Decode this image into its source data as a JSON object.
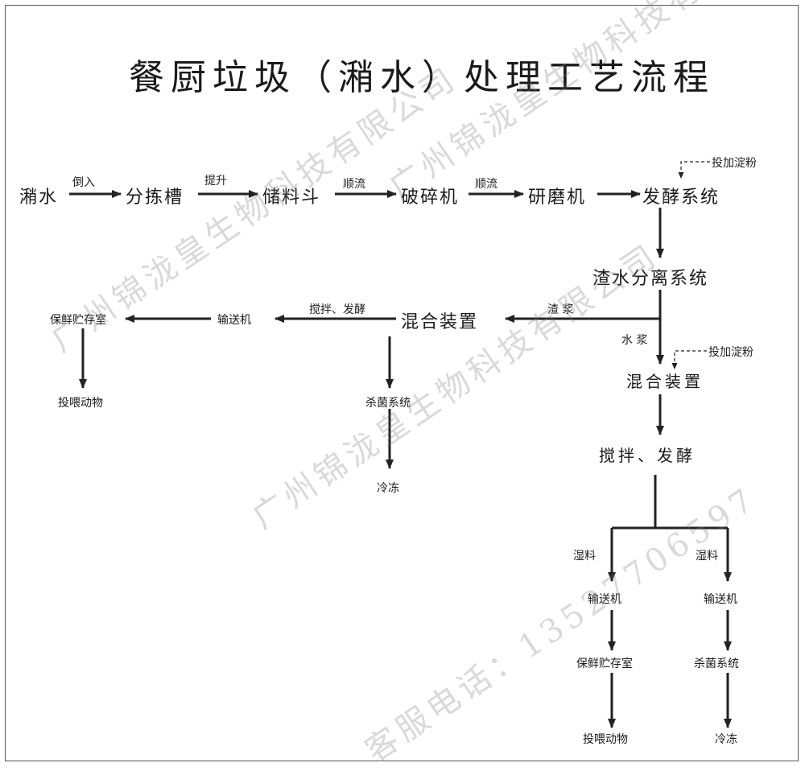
{
  "title": "餐厨垃圾（潲水）处理工艺流程",
  "nodes": {
    "swill": "潲水",
    "sorting_tank": "分拣槽",
    "storage_hopper": "储料斗",
    "crusher": "破碎机",
    "grinder": "研磨机",
    "fermentation_system": "发酵系统",
    "separation_system": "渣水分离系统",
    "mixing_device_left": "混合装置",
    "conveyor_left": "输送机",
    "fresh_storage_left": "保鲜贮存室",
    "feed_animals_left": "投喂动物",
    "sterilization_left": "杀菌系统",
    "freezing_left": "冷冻",
    "mixing_device_right": "混合装置",
    "stir_ferment": "搅拌、发酵",
    "conveyor_a": "输送机",
    "conveyor_b": "输送机",
    "fresh_storage_right": "保鲜贮存室",
    "sterilization_right": "杀菌系统",
    "feed_animals_right": "投喂动物",
    "freezing_right": "冷冻"
  },
  "edge_labels": {
    "pour_in": "倒入",
    "lift": "提升",
    "flow_1": "顺流",
    "flow_2": "顺流",
    "add_starch_1": "投加淀粉",
    "slurry_residue": "渣 浆",
    "water_slurry": "水 浆",
    "add_starch_2": "投加淀粉",
    "stir_ferment_left": "搅拌、发酵",
    "wet_material_a": "湿料",
    "wet_material_b": "湿料"
  },
  "watermarks": {
    "company_1": "广州锦泷皇生物科技有限公司",
    "company_2": "广州锦泷皇生物科技有限公司",
    "company_3": "广州锦泷皇生物科技有限公司",
    "phone": "客服电话：13527706597"
  }
}
